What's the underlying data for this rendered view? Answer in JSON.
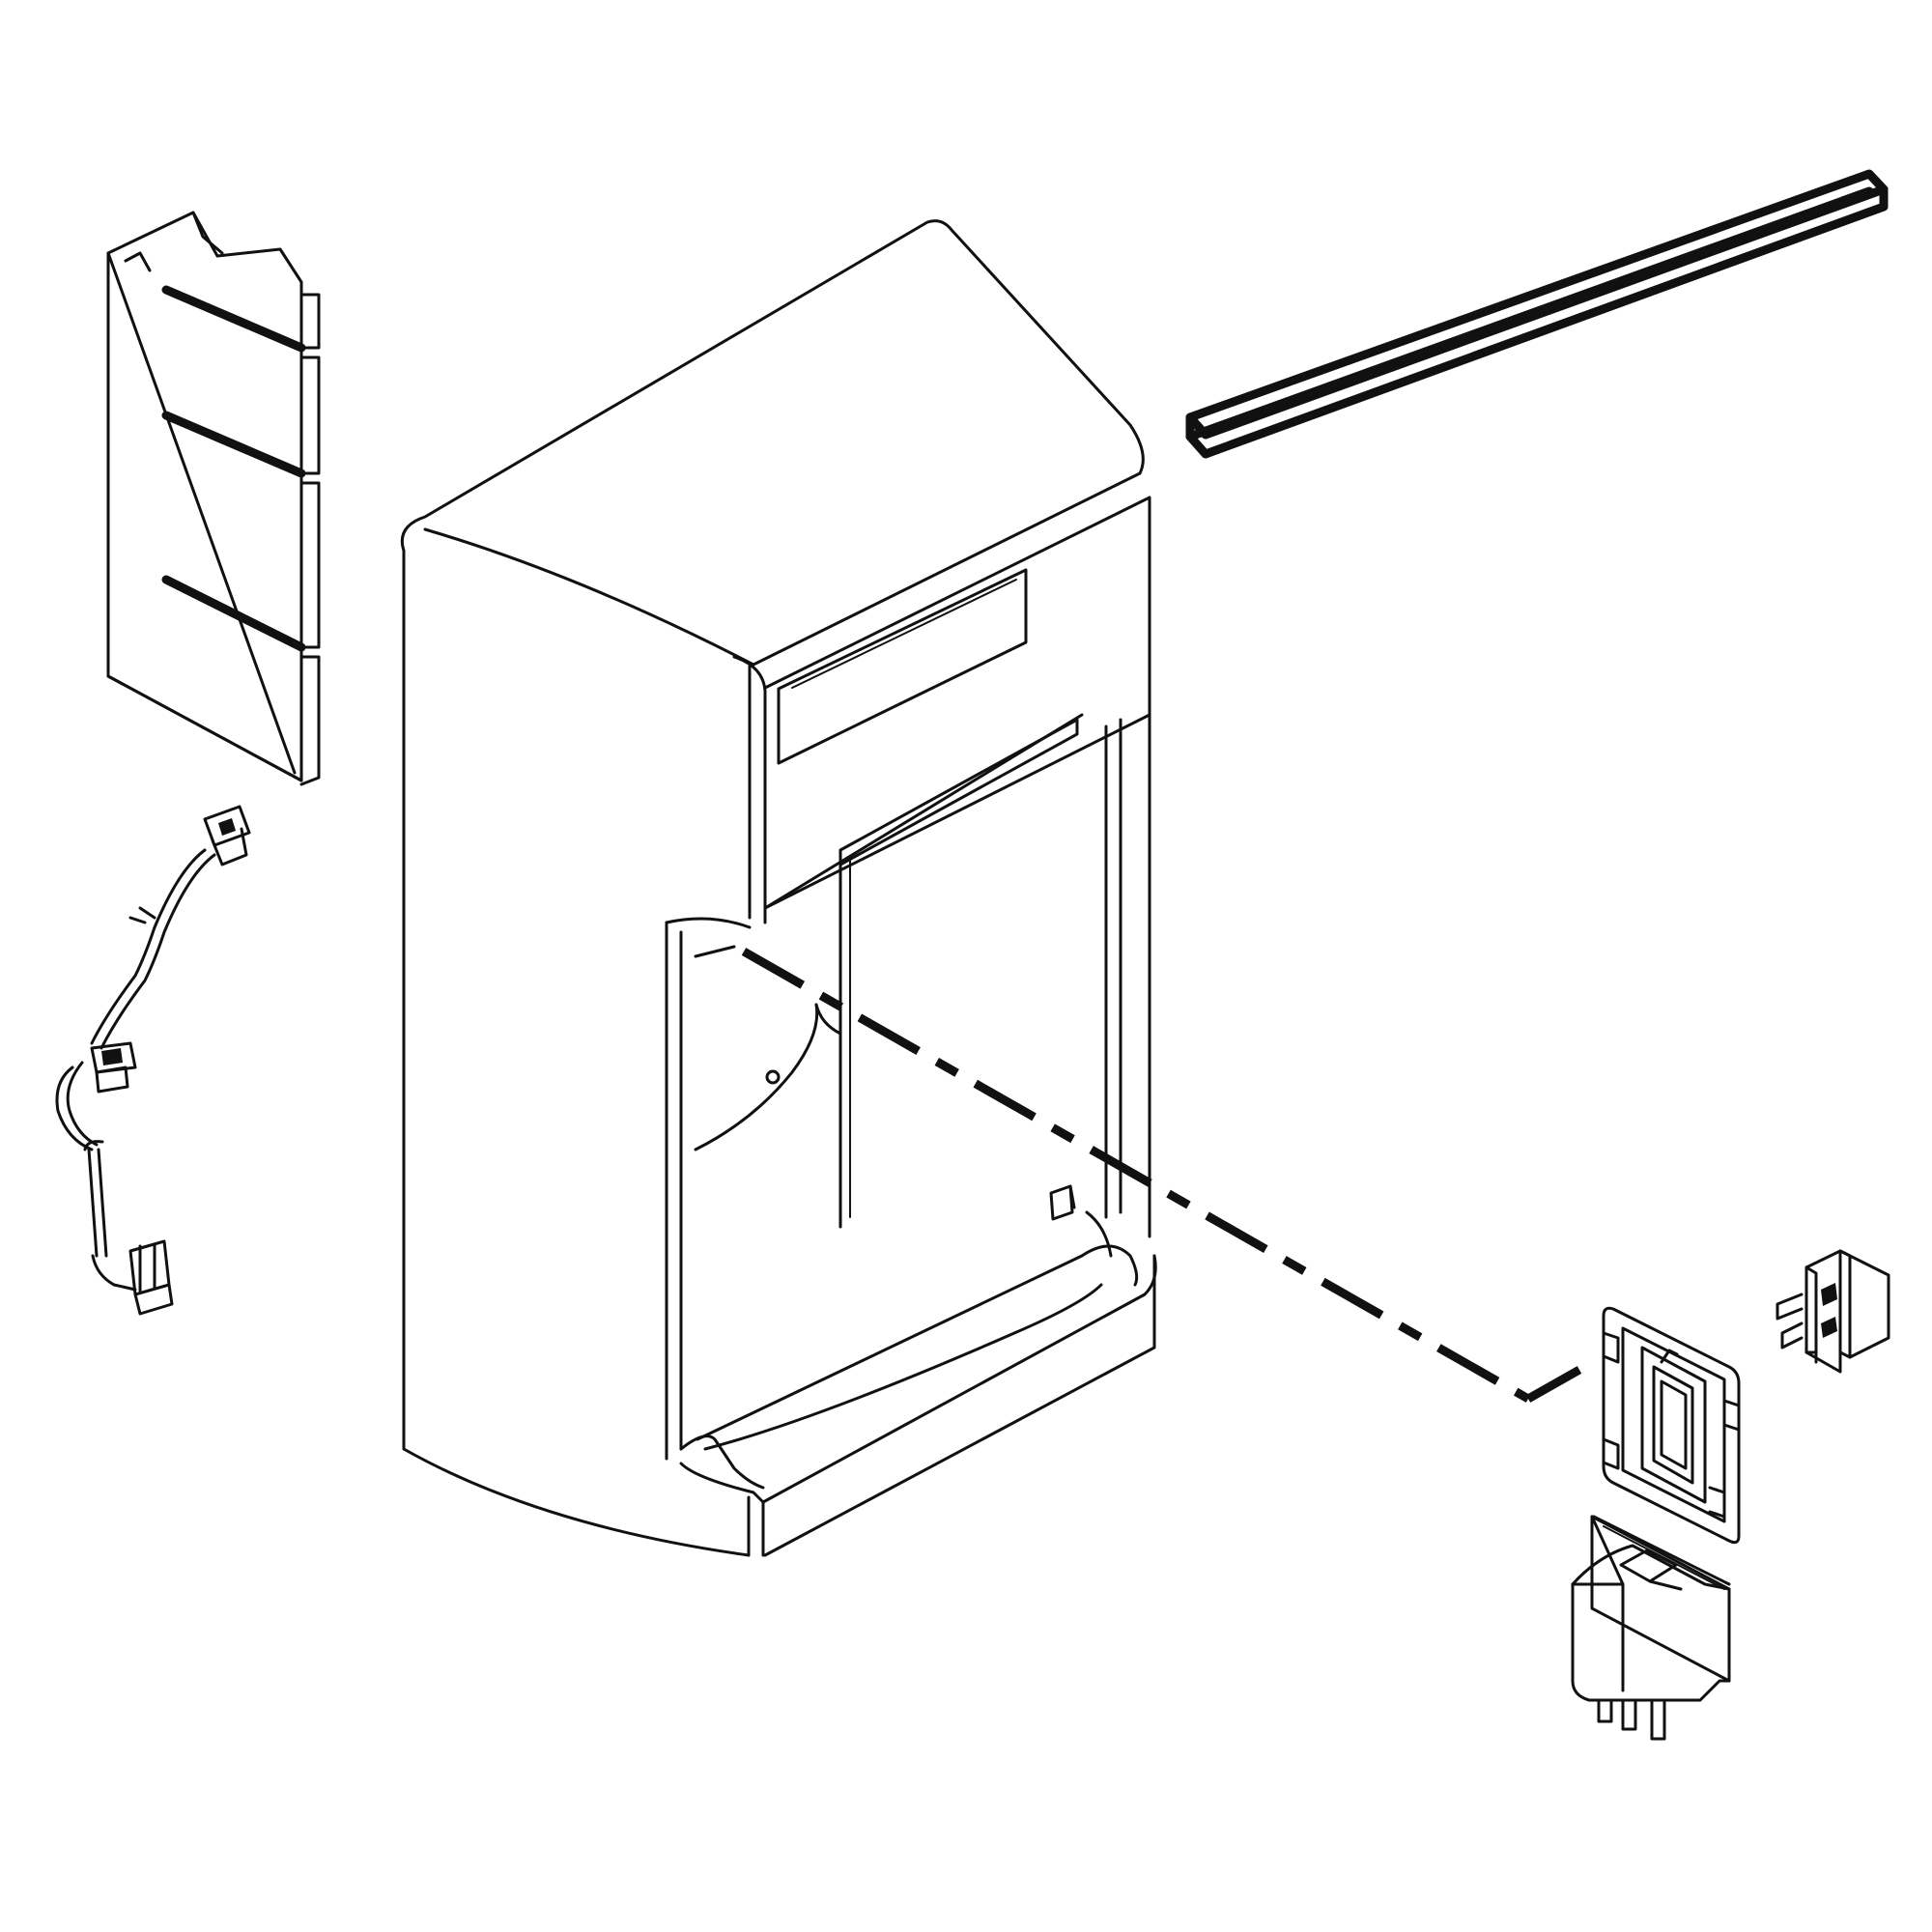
{
  "colors": {
    "line": "#111111",
    "background": "#ffffff"
  },
  "parts": [
    {
      "id": "dispenser-housing",
      "kind": "housing"
    },
    {
      "id": "trim-strip",
      "kind": "strip"
    },
    {
      "id": "slotted-panel",
      "kind": "panel"
    },
    {
      "id": "wire-harness",
      "kind": "harness"
    },
    {
      "id": "actuator-paddle",
      "kind": "paddle"
    },
    {
      "id": "rocker-switch",
      "kind": "switch"
    },
    {
      "id": "relay",
      "kind": "relay"
    }
  ]
}
